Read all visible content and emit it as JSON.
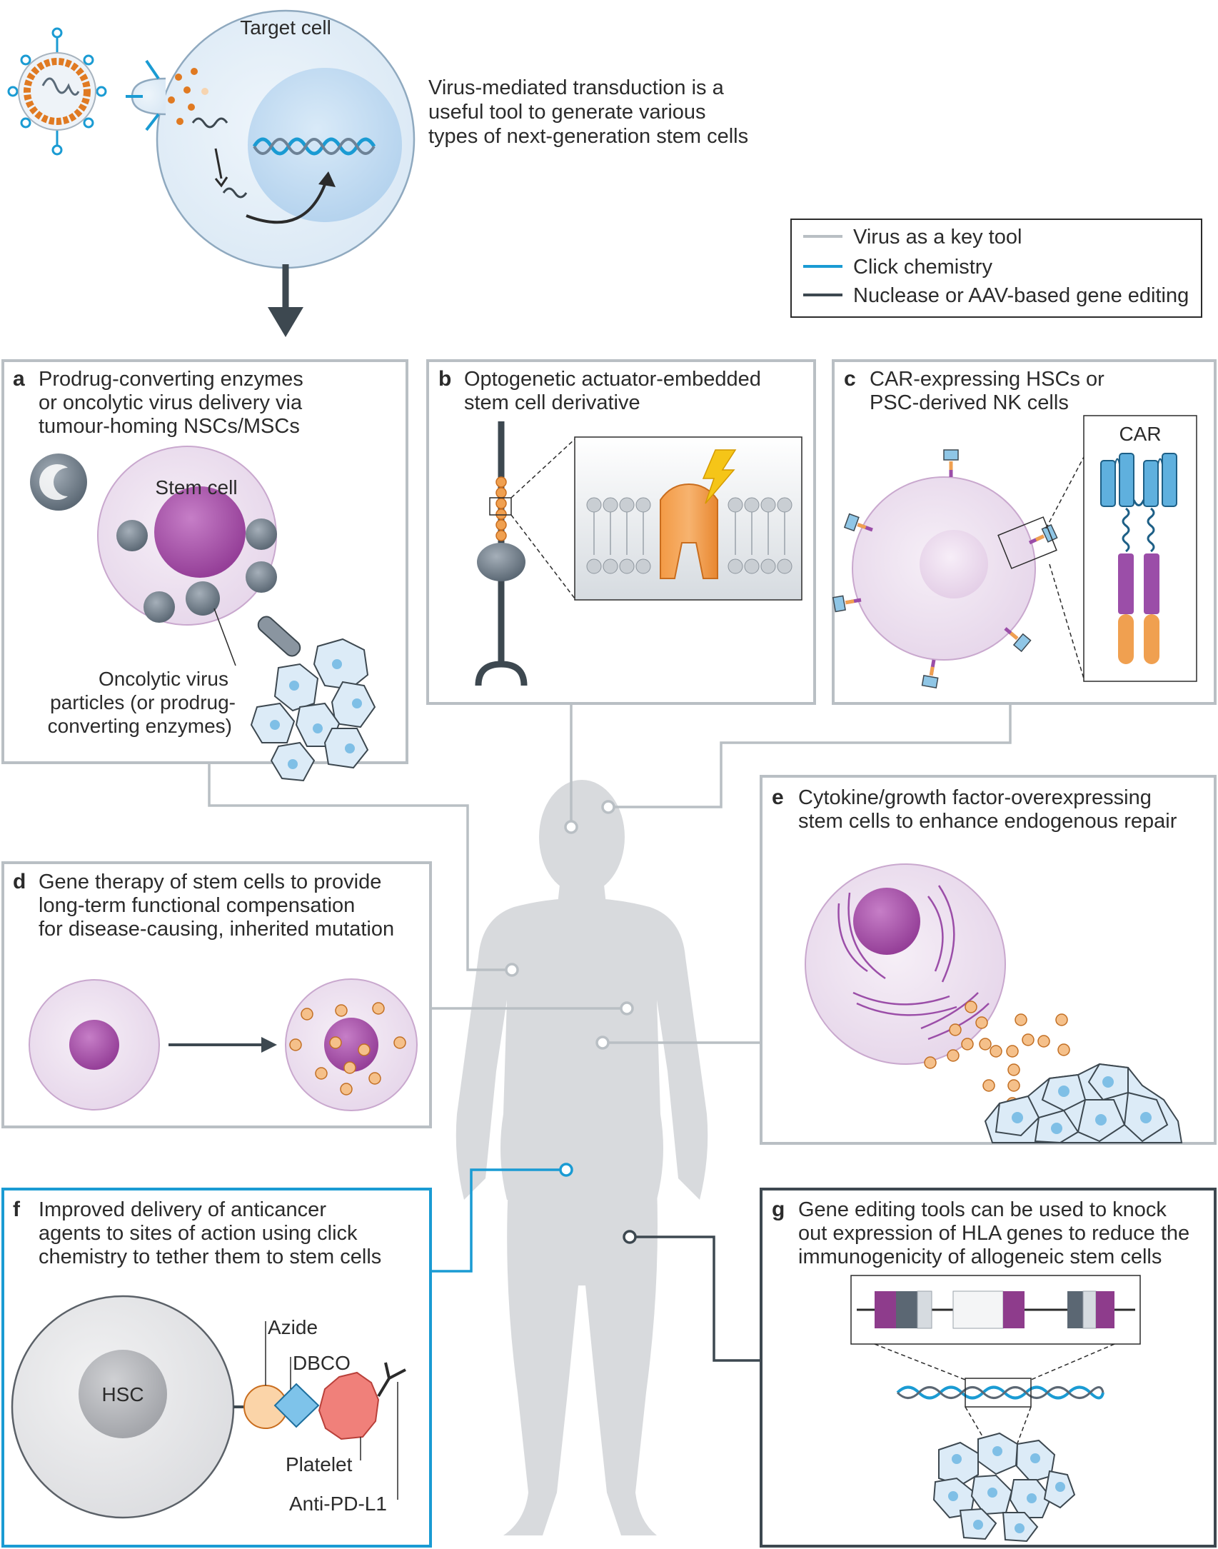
{
  "intro": {
    "target_cell_label": "Target cell",
    "description_lines": [
      "Virus-mediated transduction is a",
      "useful tool to generate various",
      "types of next-generation stem cells"
    ]
  },
  "legend": {
    "items": [
      {
        "label": "Virus as a key tool",
        "color": "#b9bfc4"
      },
      {
        "label": "Click chemistry",
        "color": "#1a9bd3"
      },
      {
        "label": "Nuclease or AAV-based gene editing",
        "color": "#3d4850"
      }
    ]
  },
  "panels": {
    "a": {
      "letter": "a",
      "title_lines": [
        "Prodrug-converting enzymes",
        "or oncolytic virus delivery via",
        "tumour-homing NSCs/MSCs"
      ],
      "stem_cell_label": "Stem cell",
      "particles_label_lines": [
        "Oncolytic virus",
        "particles (or prodrug-",
        "converting enzymes)"
      ]
    },
    "b": {
      "letter": "b",
      "title_lines": [
        "Optogenetic actuator-embedded",
        "stem cell derivative"
      ]
    },
    "c": {
      "letter": "c",
      "title_lines": [
        "CAR-expressing HSCs or",
        "PSC-derived NK cells"
      ],
      "car_label": "CAR"
    },
    "d": {
      "letter": "d",
      "title_lines": [
        "Gene therapy of stem cells to provide",
        "long-term functional compensation",
        "for disease-causing, inherited mutation"
      ]
    },
    "e": {
      "letter": "e",
      "title_lines": [
        "Cytokine/growth factor-overexpressing",
        "stem cells to enhance endogenous repair"
      ]
    },
    "f": {
      "letter": "f",
      "title_lines": [
        "Improved delivery of anticancer",
        "agents to sites of action using click",
        "chemistry to tether them to stem cells"
      ],
      "hsc_label": "HSC",
      "azide_label": "Azide",
      "dbco_label": "DBCO",
      "platelet_label": "Platelet",
      "antipdl1_label": "Anti-PD-L1"
    },
    "g": {
      "letter": "g",
      "title_lines": [
        "Gene editing tools can be used to knock",
        "out expression of HLA genes to reduce the",
        "immunogenicity of allogeneic stem cells"
      ]
    }
  },
  "colors": {
    "virus_grey": "#b9bfc4",
    "click_blue": "#1a9bd3",
    "editing_dark": "#3d4850",
    "stem_purple": "#a04ea3",
    "cell_lilac": "#efe5f1",
    "body_grey": "#d8dadd",
    "orange": "#f0a050",
    "light_blue_cell": "#dcebf7"
  }
}
